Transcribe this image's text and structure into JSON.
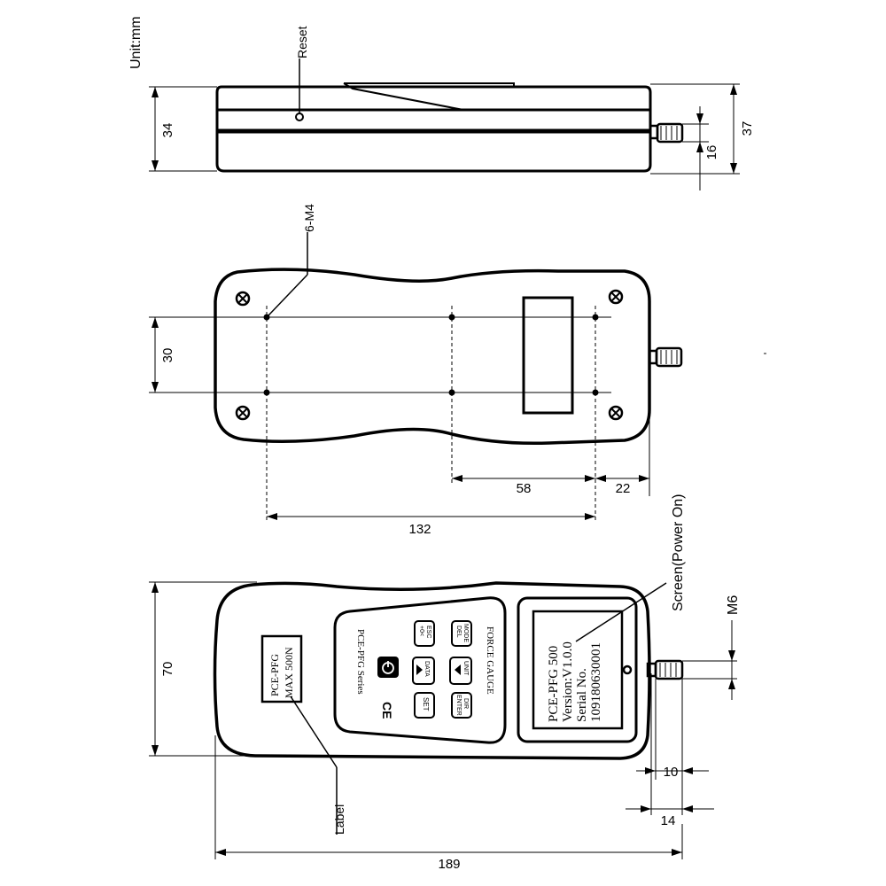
{
  "unit": "Unit:mm",
  "side_view": {
    "reset_label": "Reset",
    "dim_height": "34",
    "dim_total_height": "37",
    "dim_probe_offset": "16"
  },
  "back_view": {
    "thread_label": "6-M4",
    "dim_hole_spacing_v": "30",
    "dim_hole_spacing_a": "58",
    "dim_hole_to_end": "22",
    "dim_hole_spacing_total": "132"
  },
  "front_view": {
    "screen_label": "Screen(Power On)",
    "thread_size": "M6",
    "dim_width": "70",
    "dim_probe_thread": "10",
    "dim_probe_length": "14",
    "dim_total_length": "189",
    "label_callout": "Label",
    "device_label": [
      "PCE-PFG",
      "MAX 500N"
    ],
    "series_name": "PCE-PFG Series",
    "keypad_title": "FORCE GAUGE",
    "ce_mark": "CE",
    "keys": {
      "esc": [
        "ESC",
        "+0<"
      ],
      "mode": [
        "MODE",
        "DEL"
      ],
      "data": "DATA",
      "unit": "UNIT",
      "set": "SET",
      "dir": [
        "DIR",
        "ENTER"
      ]
    },
    "screen_text": [
      "PCE-PFG 500",
      "Version:V1.0.0",
      "Serial No.",
      "109180630001"
    ]
  }
}
